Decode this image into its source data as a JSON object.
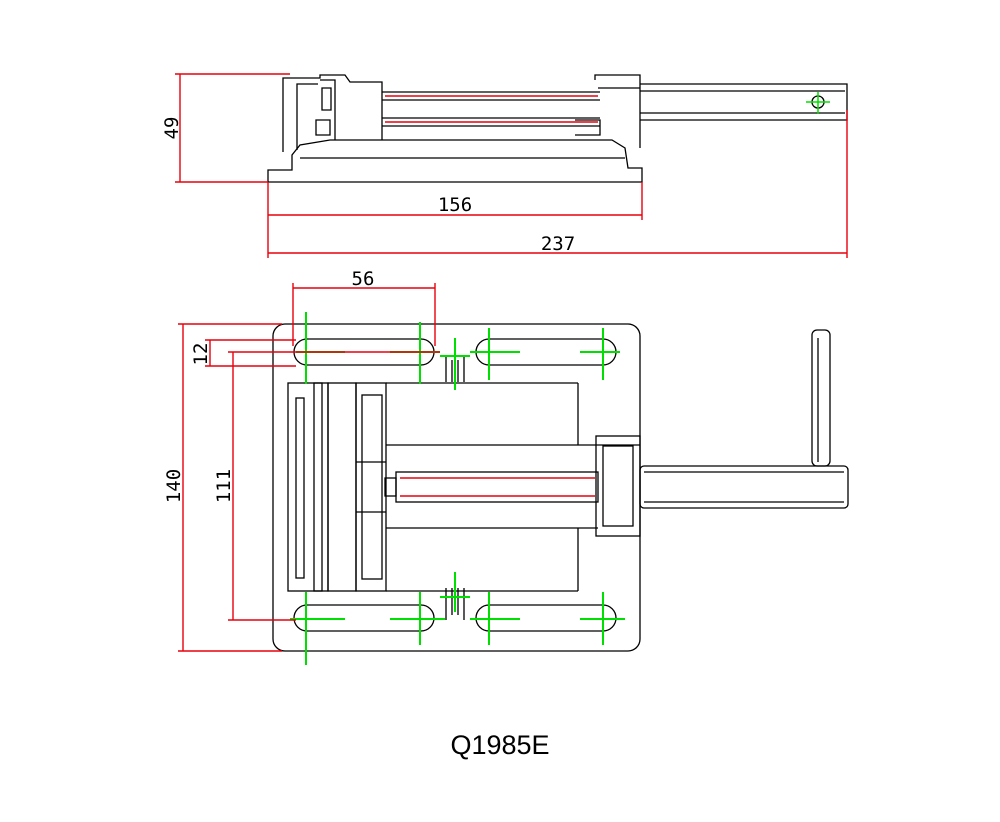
{
  "model": "Q1985E",
  "dimensions": {
    "height": "49",
    "base_length": "156",
    "total_length": "237",
    "slot_spacing": "56",
    "slot_width": "12",
    "inner_width": "111",
    "total_width": "140"
  },
  "colors": {
    "outline": "#000000",
    "dimension": "#e8000d",
    "centerline": "#00e000"
  }
}
